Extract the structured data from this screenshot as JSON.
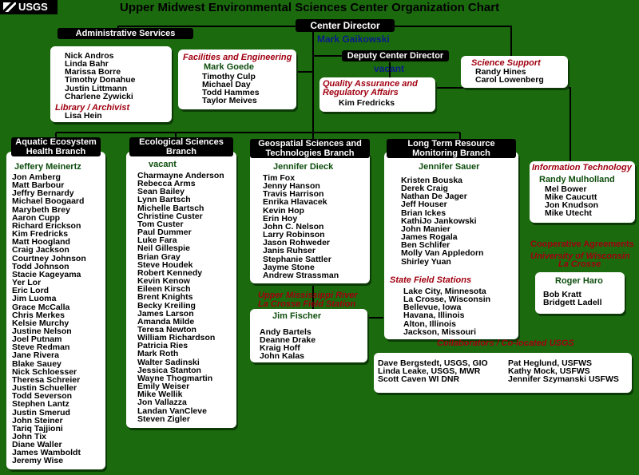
{
  "logo": "USGS",
  "title": "Upper Midwest Environmental Sciences Center Organization Chart",
  "director": {
    "title": "Center Director",
    "name": "Mark Gaikowski"
  },
  "deputy": {
    "title": "Deputy Center Director",
    "name": "vacant"
  },
  "admin": {
    "title": "Administrative Services",
    "members": [
      "Nick Andros",
      "Linda Bahr",
      "Marissa Borre",
      "Timothy Donahue",
      "Justin Littmann",
      "Charlene Zywicki"
    ],
    "library_label": "Library / Archivist",
    "library_member": "Lisa Hein"
  },
  "facilities": {
    "title": "Facilities and Engineering",
    "lead": "Mark Goede",
    "members": [
      "Timothy Culp",
      "Michael Day",
      "Todd Hammes",
      "Taylor Meives"
    ]
  },
  "science_support": {
    "title": "Science Support",
    "members": [
      "Randy Hines",
      "Carol Lowenberg"
    ]
  },
  "qa": {
    "title_line1": "Quality Assurance and",
    "title_line2": "Regulatory Affairs",
    "members": [
      "Kim Fredricks"
    ]
  },
  "aquatic": {
    "title_line1": "Aquatic Ecosystem",
    "title_line2": "Health Branch",
    "lead": "Jeffery Meinertz",
    "members": [
      "Jon Amberg",
      "Matt Barbour",
      "Jeffry Bernardy",
      "Michael Boogaard",
      "Marybeth Brey",
      "Aaron Cupp",
      "Richard Erickson",
      "Kim Fredricks",
      "Matt Hoogland",
      "Craig Jackson",
      "Courtney Johnson",
      "Todd Johnson",
      "Stacie Kageyama",
      "Yer Lor",
      "Eric Lord",
      "Jim Luoma",
      "Grace McCalla",
      "Chris Merkes",
      "Kelsie Murchy",
      "Justine Nelson",
      "Joel Putnam",
      "Steve Redman",
      "Jane Rivera",
      "Blake Sauey",
      "Nick Schloesser",
      "Theresa Schreier",
      "Justin Schueller",
      "Todd Severson",
      "Stephen Lantz",
      "Justin Smerud",
      "John Steiner",
      "Tariq Tajjioni",
      "John Tix",
      "Diane Waller",
      "James Wamboldt",
      "Jeremy Wise"
    ]
  },
  "ecological": {
    "title_line1": "Ecological Sciences",
    "title_line2": "Branch",
    "lead": "vacant",
    "members": [
      "Charmayne Anderson",
      "Rebecca Arms",
      "Sean Bailey",
      "Lynn Bartsch",
      "Michelle Bartsch",
      "Christine Custer",
      "Tom Custer",
      "Paul Dummer",
      "Luke Fara",
      "Neil Gillespie",
      "Brian Gray",
      "Steve Houdek",
      "Robert Kennedy",
      "Kevin Kenow",
      "Eileen Kirsch",
      "Brent Knights",
      "Becky Kreiling",
      "James Larson",
      "Amanda Milde",
      "Teresa Newton",
      "William Richardson",
      "Patricia Ries",
      "Mark Roth",
      "Walter Sadinski",
      "Jessica Stanton",
      "Wayne Thogmartin",
      "Emily Weiser",
      "Mike Wellik",
      "Jon Vallazza",
      "Landan VanCleve",
      "Steven Zigler"
    ]
  },
  "geospatial": {
    "title_line1": "Geospatial Sciences and",
    "title_line2": "Technologies Branch",
    "lead": "Jennifer Dieck",
    "members": [
      "Tim Fox",
      "Jenny Hanson",
      "Travis Harrison",
      "Enrika Hlavacek",
      "Kevin Hop",
      "Erin Hoy",
      "John C. Nelson",
      "Larry Robinson",
      "Jason Rohweder",
      "Janis Ruhser",
      "Stephanie Sattler",
      "Jayme Stone",
      "Andrew Strassman"
    ]
  },
  "field_station": {
    "title_line1": "Upper Mississippi River",
    "title_line2": "La Crosse Field Station",
    "lead": "Jim Fischer",
    "members": [
      "Andy Bartels",
      "Deanne Drake",
      "Kraig Hoff",
      "John Kalas"
    ]
  },
  "ltrm": {
    "title_line1": "Long Term Resource",
    "title_line2": "Monitoring Branch",
    "lead": "Jennifer Sauer",
    "members": [
      "Kristen Bouska",
      "Derek Craig",
      "Nathan De Jager",
      "Jeff Houser",
      "Brian Ickes",
      "KathiJo Jankowski",
      "John Manier",
      "James Rogala",
      "Ben Schlifer",
      "Molly Van Appledorn",
      "Shirley Yuan"
    ],
    "stations_label": "State Field Stations",
    "stations": [
      "Lake City, Minnesota",
      "La Crosse, Wisconsin",
      "Bellevue, Iowa",
      "Havana, Illinois",
      "Alton, Illinois",
      "Jackson, Missouri"
    ]
  },
  "it": {
    "title": "Information Technology",
    "lead": "Randy Mulholland",
    "members": [
      "Mel Bower",
      "Mike Caucutt",
      "Jon Knudson",
      "Mike Utecht"
    ]
  },
  "coop": {
    "title": "Cooperative Agreements",
    "univ_line1": "University of Wisconsin",
    "univ_line2": "La Crosse",
    "lead": "Roger Haro",
    "members": [
      "Bob Kratt",
      "Bridgett Ladell"
    ]
  },
  "collaborators": {
    "title": "Collaborators / Co-located USGS",
    "col1": [
      "Dave Bergstedt, USGS, GIO",
      "Linda Leake, USGS, MWR",
      "Scott Caven WI DNR"
    ],
    "col2": [
      "Pat Heglund, USFWS",
      "Kathy Mock, USFWS",
      "Jennifer Szymanski USFWS"
    ]
  },
  "colors": {
    "background": "#1b6a0e",
    "header": "#000000",
    "title_red": "#a00010",
    "lead_green": "#0d4d0d",
    "lead_blue": "#0b1a8a",
    "line": "#000000"
  }
}
